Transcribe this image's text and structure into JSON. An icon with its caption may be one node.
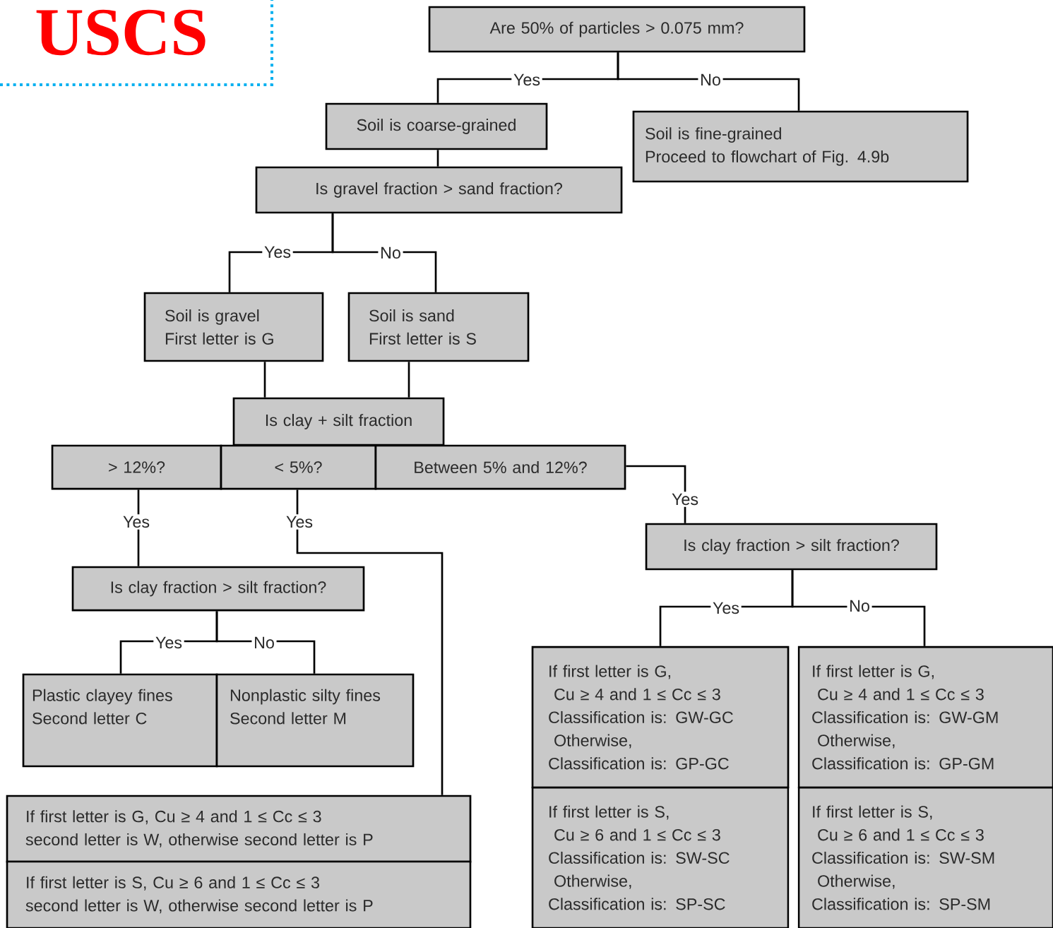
{
  "diagram": {
    "title": "USCS",
    "nodes": [
      {
        "text": [
          "Are 50% of particles > 0.075 mm?"
        ]
      },
      {
        "text": [
          "Soil is coarse-grained"
        ]
      },
      {
        "text": [
          "Soil is fine-grained",
          "Proceed to flowchart of Fig. 4.9b"
        ]
      },
      {
        "text": [
          "Is gravel fraction > sand fraction?"
        ]
      },
      {
        "text": [
          "Soil is gravel",
          "First letter is G"
        ]
      },
      {
        "text": [
          "Soil is sand",
          "First letter is S"
        ]
      },
      {
        "text": [
          "Is clay + silt fraction"
        ]
      },
      {
        "text": [
          "> 12%?"
        ]
      },
      {
        "text": [
          "< 5%?"
        ]
      },
      {
        "text": [
          "Between 5% and 12%?"
        ]
      },
      {
        "text": [
          "Is clay fraction > silt fraction?"
        ]
      },
      {
        "text": [
          "Is clay fraction > silt fraction?"
        ]
      },
      {
        "text": [
          "Plastic clayey fines",
          "Second letter C"
        ]
      },
      {
        "text": [
          "Nonplastic silty fines",
          "Second letter M"
        ]
      },
      {
        "text": [
          "If first letter is G, Cu ≥ 4 and 1 ≤ Cc ≤ 3",
          "second letter is W, otherwise second letter is P"
        ]
      },
      {
        "text": [
          "If first letter is S, Cu ≥ 6 and 1 ≤ Cc ≤ 3",
          "second letter is W, otherwise second letter is P"
        ]
      },
      {
        "text": [
          "If first letter is G,",
          "Cu ≥ 4 and 1 ≤ Cc ≤ 3",
          "Classification is: GW-GC",
          "Otherwise,",
          "Classification is: GP-GC"
        ]
      },
      {
        "text": [
          "If first letter is S,",
          "Cu ≥ 6 and 1 ≤ Cc ≤ 3",
          "Classification is: SW-SC",
          "Otherwise,",
          "Classification is: SP-SC"
        ]
      },
      {
        "text": [
          "If first letter is G,",
          "Cu ≥ 4 and 1 ≤ Cc ≤ 3",
          "Classification is: GW-GM",
          "Otherwise,",
          "Classification is: GP-GM"
        ]
      },
      {
        "text": [
          "If first letter is S,",
          "Cu ≥ 6 and 1 ≤ Cc ≤ 3",
          "Classification is: SW-SM",
          "Otherwise,",
          "Classification is: SP-SM"
        ]
      }
    ],
    "edges": [
      {
        "from": 0,
        "to": 1,
        "arrow": "none",
        "label": "Yes"
      },
      {
        "from": 0,
        "to": 2,
        "arrow": "none",
        "label": "No"
      },
      {
        "from": 1,
        "to": 3,
        "arrow": "none"
      },
      {
        "from": 3,
        "to": 4,
        "arrow": "none",
        "label": "Yes"
      },
      {
        "from": 3,
        "to": 5,
        "arrow": "none",
        "label": "No"
      },
      {
        "from": 4,
        "to": 6,
        "arrow": "none"
      },
      {
        "from": 5,
        "to": 6,
        "arrow": "none"
      },
      {
        "from": 7,
        "to": 11,
        "arrow": "none",
        "label": "Yes"
      },
      {
        "from": 8,
        "to": 14,
        "arrow": "none",
        "label": "Yes"
      },
      {
        "from": 9,
        "to": 10,
        "arrow": "none",
        "label": "Yes"
      },
      {
        "from": 10,
        "to": 16,
        "arrow": "none",
        "label": "Yes"
      },
      {
        "from": 10,
        "to": 18,
        "arrow": "none",
        "label": "No"
      },
      {
        "from": 11,
        "to": 12,
        "arrow": "none",
        "label": "Yes"
      },
      {
        "from": 11,
        "to": 13,
        "arrow": "none",
        "label": "No"
      }
    ]
  }
}
